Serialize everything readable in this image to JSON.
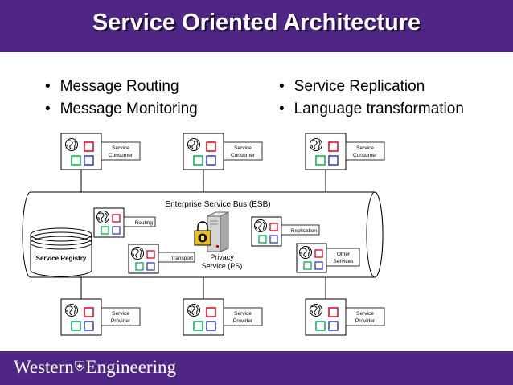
{
  "header": {
    "title": "Service Oriented Architecture"
  },
  "bullets_left": [
    "Message Routing",
    "Message Monitoring"
  ],
  "bullets_right": [
    "Service Replication",
    "Language transformation"
  ],
  "consumers": [
    {
      "label_line1": "Service",
      "label_line2": "Consumer"
    },
    {
      "label_line1": "Service",
      "label_line2": "Consumer"
    },
    {
      "label_line1": "Service",
      "label_line2": "Consumer"
    }
  ],
  "providers": [
    {
      "label_line1": "Service",
      "label_line2": "Provider"
    },
    {
      "label_line1": "Service",
      "label_line2": "Provider"
    },
    {
      "label_line1": "Service",
      "label_line2": "Provider"
    }
  ],
  "esb": {
    "title": "Enterprise Service Bus (ESB)",
    "routing": "Routing",
    "transport": "Transport",
    "replication": "Replication",
    "other_line1": "Other",
    "other_line2": "Services",
    "privacy_line1": "Privacy",
    "privacy_line2": "Service (PS)"
  },
  "registry": {
    "label": "Service Registry"
  },
  "footer": {
    "brand_left": "Western",
    "brand_right": "Engineering"
  },
  "colors": {
    "header": "#4f2683",
    "red_square": "#e0001a",
    "green_square": "#00b050",
    "blue_square": "#2e3db8"
  }
}
